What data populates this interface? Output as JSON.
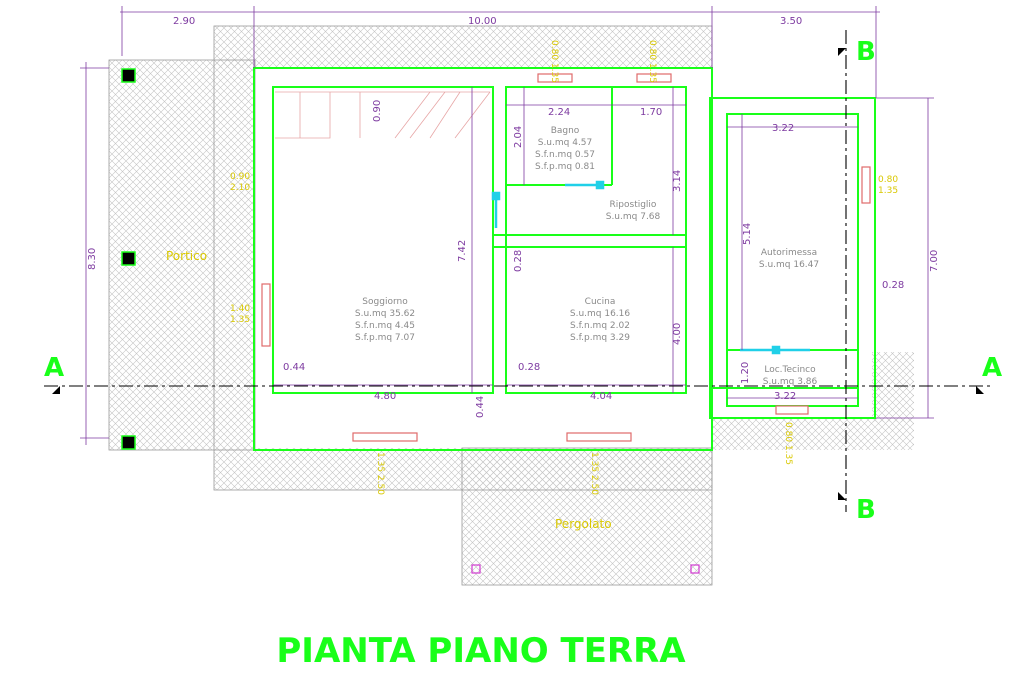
{
  "title": "PIANTA PIANO TERRA",
  "section_labels": {
    "a_left": "A",
    "a_right": "A",
    "b_top": "B",
    "b_bottom": "B"
  },
  "outdoor": {
    "portico": "Portico",
    "pergola": "Pergolato"
  },
  "rooms": {
    "bagno": {
      "name": "Bagno",
      "line1": "S.u.mq  4.57",
      "line2": "S.f.n.mq  0.57",
      "line3": "S.f.p.mq  0.81"
    },
    "ripostiglio": {
      "name": "Ripostiglio",
      "line1": "S.u.mq  7.68"
    },
    "soggiorno": {
      "name": "Soggiorno",
      "line1": "S.u.mq  35.62",
      "line2": "S.f.n.mq  4.45",
      "line3": "S.f.p.mq  7.07"
    },
    "cucina": {
      "name": "Cucina",
      "line1": "S.u.mq  16.16",
      "line2": "S.f.n.mq  2.02",
      "line3": "S.f.p.mq  3.29"
    },
    "autorimessa": {
      "name": "Autorimessa",
      "line1": "S.u.mq  16.47"
    },
    "loc_tecnico": {
      "name": "Loc.Tecinco",
      "line1": "S.u.mq  3.86"
    }
  },
  "dimensions": {
    "top_left": "2.90",
    "top_mid": "10.00",
    "top_right": "3.50",
    "total_height": "8.30",
    "garage_height": "7.00",
    "stair": "0.90",
    "bagno_w": "2.24",
    "rip_w": "1.70",
    "bagno_h": "2.04",
    "rip_h": "3.14",
    "soggiorno_h": "7.42",
    "garage_w": "3.22",
    "garage_h": "5.14",
    "wall_mid": "0.28",
    "wall_right": "0.28",
    "wall_left": "0.44",
    "wall_kitchen": "0.28",
    "sogg_w": "4.80",
    "wall_sogg_bottom": "0.44",
    "cucina_w": "4.04",
    "cucina_h": "4.00",
    "tec_h": "1.20",
    "tec_w": "3.22"
  },
  "openings": {
    "left_upper_a": "0.90",
    "left_upper_b": "2.10",
    "left_lower_a": "1.40",
    "left_lower_b": "1.35",
    "right_a": "0.80",
    "right_b": "1.35",
    "top_1": "0.80 1.35",
    "top_2": "0.80 1.35",
    "bottom_1": "1.35 2.50",
    "bottom_2": "1.35 2.50",
    "bottom_3": "0.80 1.35"
  },
  "colors": {
    "walls": "#19ff19",
    "dims": "#7d3aa0",
    "openings": "#d9c800",
    "doors": "#20d0e8",
    "hatch": "#bdbdbd"
  }
}
